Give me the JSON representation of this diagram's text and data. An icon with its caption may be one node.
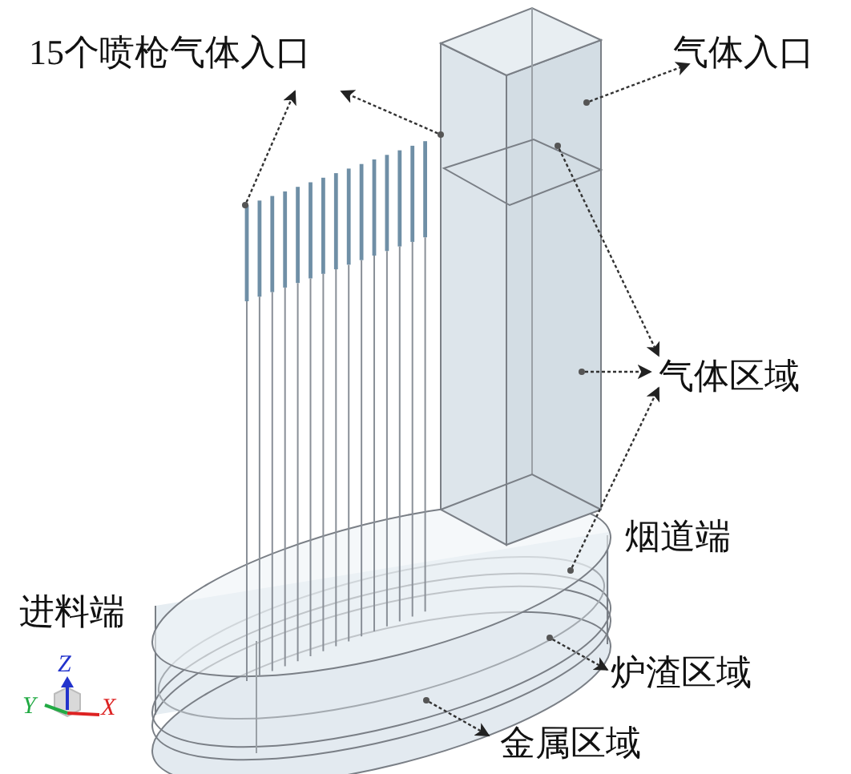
{
  "diagram": {
    "nodes": [
      {
        "text": [
          "15个喷枪气体入口"
        ]
      },
      {
        "text": [
          "气体入口"
        ]
      },
      {
        "text": [
          "气体区域"
        ]
      },
      {
        "text": [
          "炉渣区域"
        ]
      },
      {
        "text": [
          "金属区域"
        ]
      },
      {
        "text": [],
        "shape": "circle"
      },
      {
        "text": [],
        "shape": "circle"
      },
      {
        "text": [],
        "shape": "circle"
      },
      {
        "text": [],
        "shape": "circle"
      },
      {
        "text": [],
        "shape": "circle"
      },
      {
        "text": [],
        "shape": "circle"
      },
      {
        "text": [],
        "shape": "circle"
      },
      {
        "text": [],
        "shape": "circle"
      }
    ],
    "edges": [
      {
        "from": 5,
        "to": 0,
        "arrow": "to",
        "style": "dashed"
      },
      {
        "from": 6,
        "to": 0,
        "arrow": "to",
        "style": "dashed"
      },
      {
        "from": 7,
        "to": 1,
        "arrow": "to",
        "style": "dashed"
      },
      {
        "from": 8,
        "to": 2,
        "arrow": "to",
        "style": "dashed"
      },
      {
        "from": 9,
        "to": 2,
        "arrow": "to",
        "style": "dashed"
      },
      {
        "from": 10,
        "to": 2,
        "arrow": "to",
        "style": "dashed"
      },
      {
        "from": 11,
        "to": 3,
        "arrow": "to",
        "style": "dashed"
      },
      {
        "from": 12,
        "to": 4,
        "arrow": "to",
        "style": "dashed"
      }
    ],
    "labels": [
      "烟道端",
      "进料端",
      "Z",
      "Y",
      "X"
    ]
  }
}
